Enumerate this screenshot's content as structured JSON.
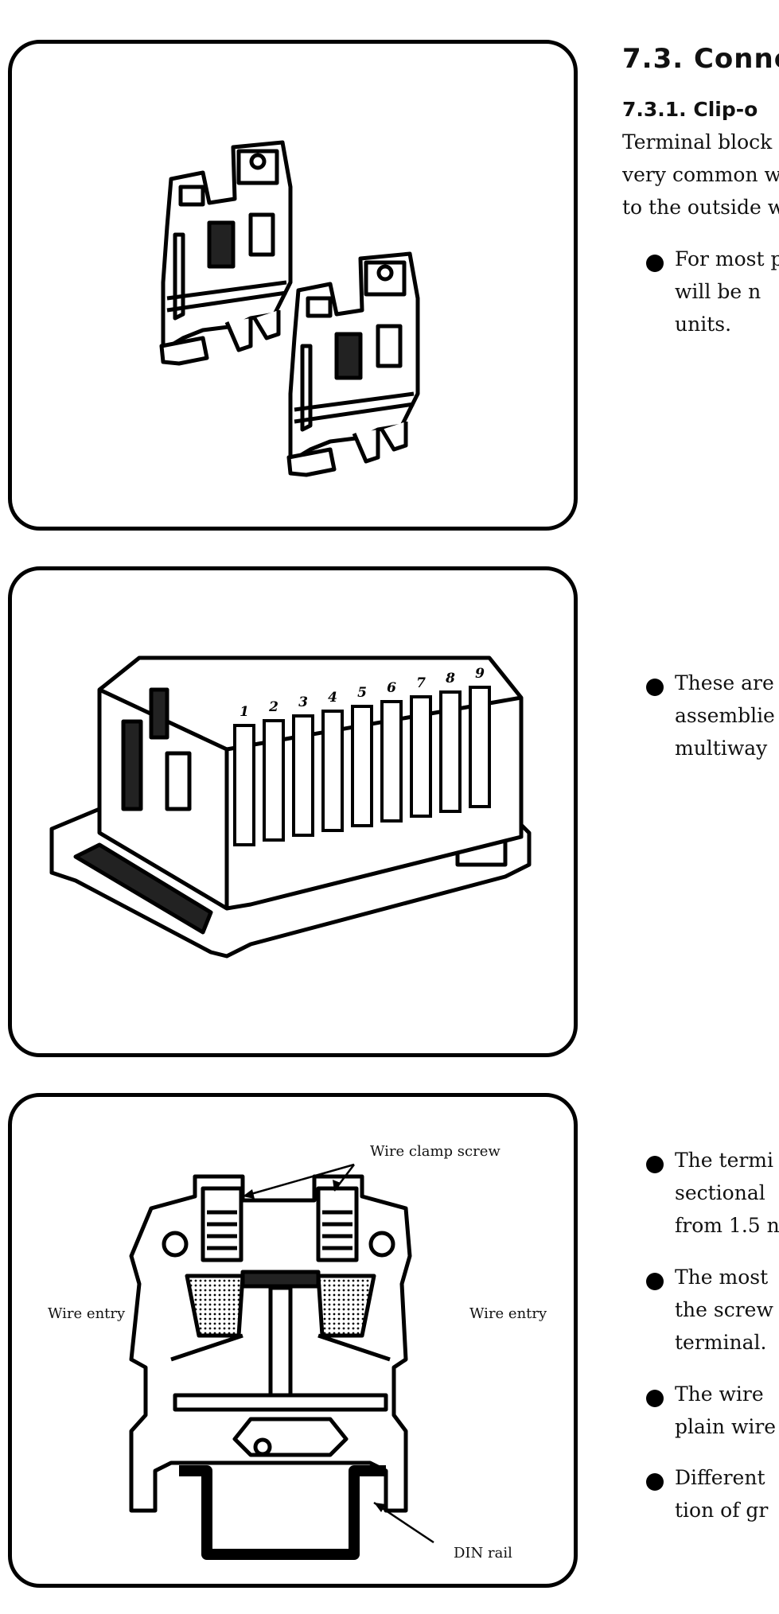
{
  "section": {
    "heading": "7.3. Conne",
    "subheading": "7.3.1. Clip-o",
    "intro_lines": [
      "Terminal block",
      "very common w",
      "to the outside w"
    ]
  },
  "bullets_group1": [
    {
      "lines": [
        "For most p",
        "will be n",
        "units."
      ]
    }
  ],
  "bullets_group2": [
    {
      "lines": [
        "These are",
        "assemblie",
        "multiway"
      ]
    }
  ],
  "bullets_group3": [
    {
      "lines": [
        "The termi",
        "sectional",
        "from 1.5 n"
      ]
    },
    {
      "lines": [
        "The most",
        "the screw",
        "terminal."
      ]
    },
    {
      "lines": [
        "The wire",
        "plain wire"
      ]
    },
    {
      "lines": [
        "Different",
        "tion of gr"
      ]
    }
  ],
  "figure2": {
    "terminal_numbers": [
      "1",
      "2",
      "3",
      "4",
      "5",
      "6",
      "7",
      "8",
      "9"
    ]
  },
  "figure3": {
    "labels": {
      "wire_clamp_screw": "Wire clamp screw",
      "wire_entry_left": "Wire entry",
      "wire_entry_right": "Wire entry",
      "din_rail": "DIN rail"
    }
  }
}
